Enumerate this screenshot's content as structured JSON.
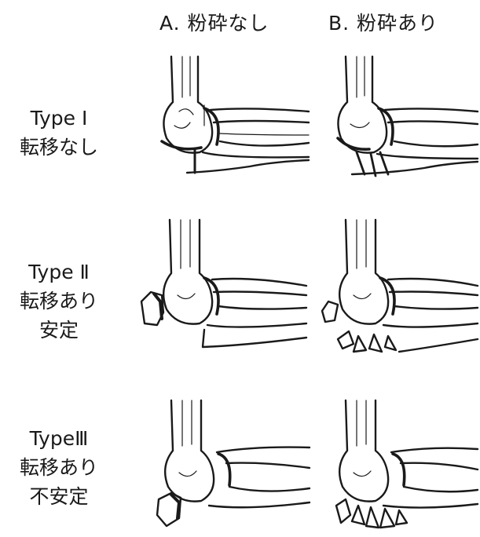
{
  "columns": {
    "a": "A. 粉砕なし",
    "b": "B. 粉砕あり"
  },
  "rows": [
    {
      "type": "Type Ⅰ",
      "line1": "転移なし",
      "line2": ""
    },
    {
      "type": "Type Ⅱ",
      "line1": "転移あり",
      "line2": "安定"
    },
    {
      "type": "TypeⅢ",
      "line1": "転移あり",
      "line2": "不安定"
    }
  ]
}
